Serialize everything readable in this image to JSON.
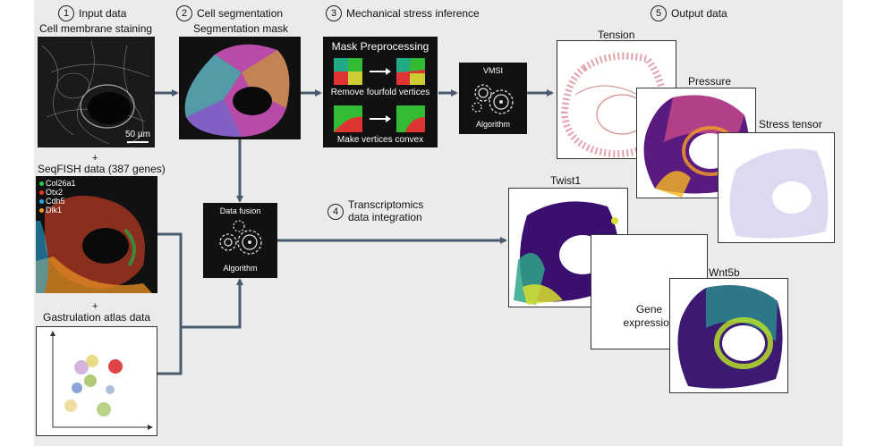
{
  "steps": [
    {
      "num": "1",
      "title": "Input data"
    },
    {
      "num": "2",
      "title": "Cell segmentation"
    },
    {
      "num": "3",
      "title": "Mechanical stress inference"
    },
    {
      "num": "4",
      "title": "Transcriptomics data integration"
    },
    {
      "num": "5",
      "title": "Output data"
    }
  ],
  "input": {
    "membrane_label": "Cell membrane staining",
    "scale_label": "50 µm",
    "plus1": "+",
    "seqfish_label": "SeqFISH data (387 genes)",
    "legend": [
      {
        "label": "Col26a1",
        "color": "#22cc44"
      },
      {
        "label": "Otx2",
        "color": "#ee3322"
      },
      {
        "label": "Cdh5",
        "color": "#22aaee"
      },
      {
        "label": "Dlk1",
        "color": "#ff9922"
      }
    ],
    "plus2": "+",
    "atlas_label": "Gastrulation atlas data"
  },
  "segmentation": {
    "label": "Segmentation mask"
  },
  "preprocessing": {
    "title": "Mask Preprocessing",
    "step1": "Remove fourfold vertices",
    "step2": "Make vertices convex"
  },
  "vmsi": {
    "title": "VMSI",
    "subtitle": "Algorithm"
  },
  "fusion": {
    "title": "Data fusion",
    "subtitle": "Algorithm"
  },
  "transcriptomics": {
    "line1": "Transcriptomics",
    "line2": "data integration"
  },
  "outputs": {
    "tension": "Tension",
    "pressure": "Pressure",
    "stress": "Stress tensor",
    "twist": "Twist1",
    "ellipsis": "....",
    "gene_line1": "Gene",
    "gene_line2": "expression",
    "wnt": "Wnt5b"
  },
  "colors": {
    "arrow": "#4a5a6e",
    "background": "#ebebeb"
  }
}
